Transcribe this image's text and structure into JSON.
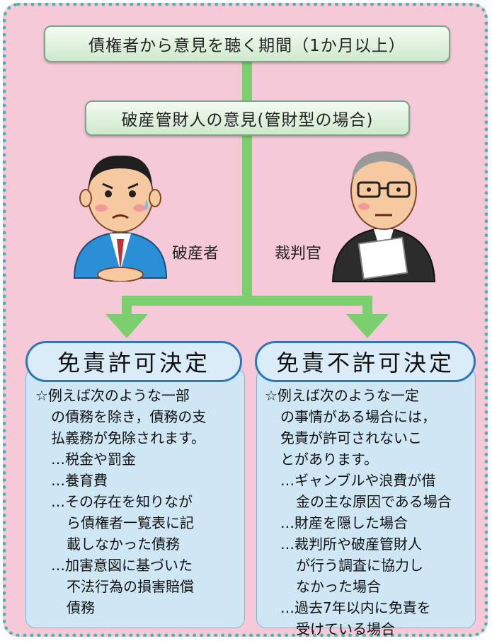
{
  "top_step": "債権者から意見を聴く期間（1か月以上）",
  "second_step": "破産管財人の意見(管財型の場合)",
  "left_person_label": "破産者",
  "right_person_label": "裁判官",
  "colors": {
    "background": "#f6c9d8",
    "border": "#4fb3a8",
    "arrow": "#7ccf6e",
    "panel": "#cfe7f5",
    "heading_border": "#2c77b8"
  },
  "left_panel": {
    "heading": "免責許可決定",
    "lines": [
      "☆例えば次のような一部",
      "の債務を除き，債務の支",
      "払義務が免除されます。",
      "…税金や罰金",
      "…養育費",
      "…その存在を知りなが",
      "ら債権者一覧表に記",
      "載しなかった債務",
      "…加害意図に基づいた",
      "不法行為の損害賠償",
      "債務"
    ]
  },
  "right_panel": {
    "heading": "免責不許可決定",
    "lines": [
      "☆例えば次のような一定",
      "の事情がある場合には，",
      "免責が許可されないこ",
      "とがあります。",
      "…ギャンブルや浪費が借",
      "金の主な原因である場合",
      "…財産を隠した場合",
      "…裁判所や破産管財人",
      "が行う調査に協力し",
      "なかった場合",
      "…過去7年以内に免責を",
      "受けている場合"
    ]
  }
}
